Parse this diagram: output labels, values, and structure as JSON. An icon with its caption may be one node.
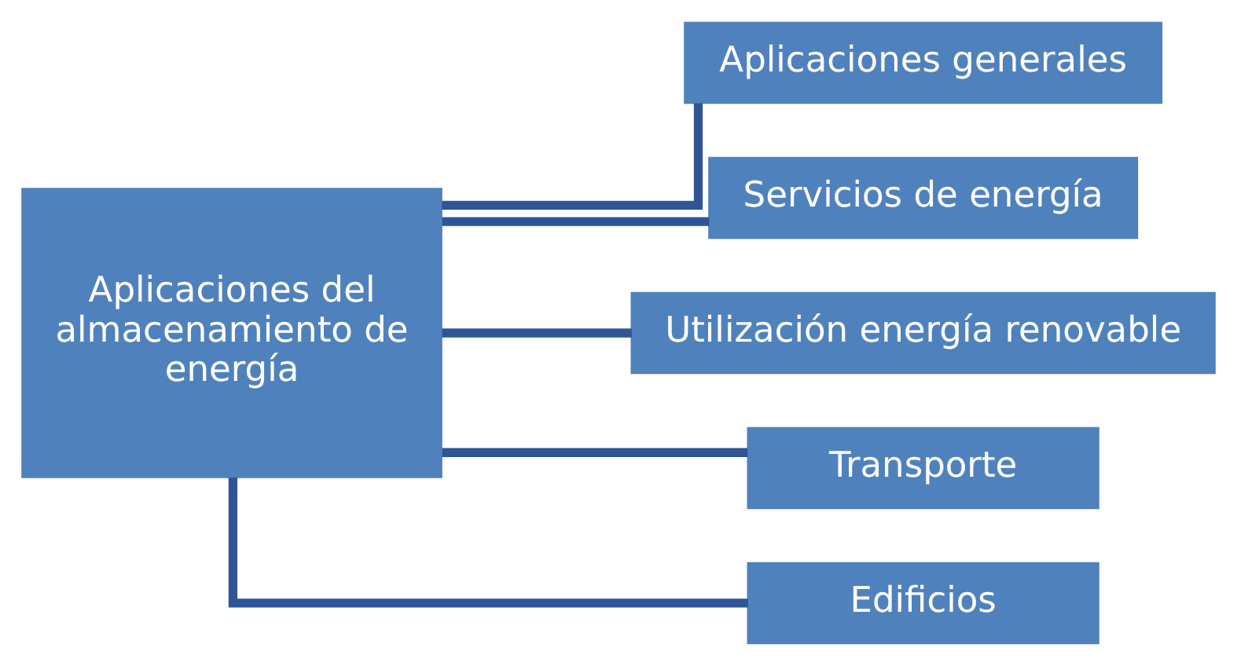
{
  "diagram": {
    "nodes": [
      {
        "text": [
          "Aplicaciones del almacenamiento de energía"
        ]
      },
      {
        "text": [
          "Aplicaciones generales"
        ]
      },
      {
        "text": [
          "Servicios de energía"
        ]
      },
      {
        "text": [
          "Utilización energía renovable"
        ]
      },
      {
        "text": [
          "Transporte"
        ]
      },
      {
        "text": [
          "Edificios"
        ]
      }
    ],
    "edges": [
      {
        "from": 0,
        "to": 1,
        "arrow": "none"
      },
      {
        "from": 0,
        "to": 2,
        "arrow": "none"
      },
      {
        "from": 0,
        "to": 3,
        "arrow": "none"
      },
      {
        "from": 0,
        "to": 4,
        "arrow": "none"
      },
      {
        "from": 0,
        "to": 5,
        "arrow": "none"
      }
    ]
  }
}
